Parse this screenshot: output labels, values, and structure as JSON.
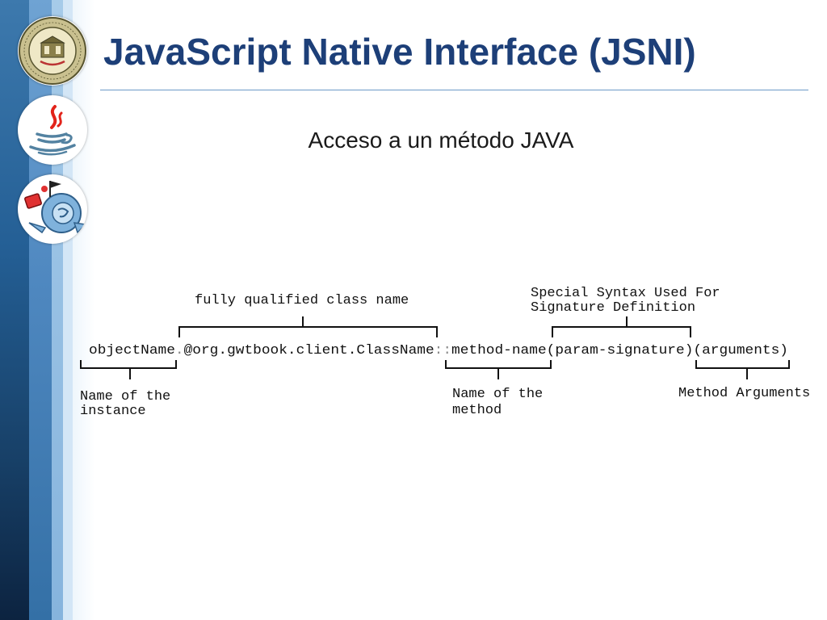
{
  "slide": {
    "title": "JavaScript Native Interface (JSNI)",
    "subtitle": "Acceso  a un método JAVA"
  },
  "logos": [
    {
      "name": "university-seal",
      "text": "UNIVERSIDAD NACIONAL DE ASUNCION · POLITECNICA · REPUBLICA DEL PARAGUAY"
    },
    {
      "name": "java-logo"
    },
    {
      "name": "gwt-logo"
    }
  ],
  "diagram": {
    "signature": [
      "objectName",
      ".",
      "@org.gwtbook.client.ClassName",
      "::",
      "method-name",
      "(param-signature)",
      "(arguments)"
    ],
    "labels": {
      "fqcn": "fully qualified class name",
      "special_line1": "Special Syntax Used For",
      "special_line2": "Signature Definition",
      "instance_line1": "Name of the",
      "instance_line2": "instance",
      "method_line1": "Name of the",
      "method_line2": "method",
      "arguments": "Method Arguments"
    }
  },
  "colors": {
    "title": "#1d3f78",
    "rule": "#6d9ac8",
    "band_dark": "#173f66",
    "band_mid": "#4f88c0",
    "band_light": "#a6cbe9"
  }
}
